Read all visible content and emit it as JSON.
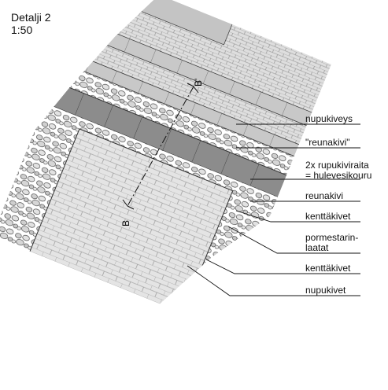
{
  "title": "Detalji 2",
  "scale": "1:50",
  "section_marks": {
    "top": "B'",
    "bottom": "B"
  },
  "labels": [
    "nupukiveys",
    "\"reunakivi\"",
    "2x rupukiviraita\n= hulevesikouru",
    "reunakivi",
    "kenttäkivet",
    "pormestarin-\nlaatat",
    "kenttäkivet",
    "nupukivet"
  ],
  "colors": {
    "paving_fill": "#dcdcdc",
    "band_fill": "#c8c8c8",
    "dark_band": "#8c8c8c",
    "line": "#111111"
  }
}
